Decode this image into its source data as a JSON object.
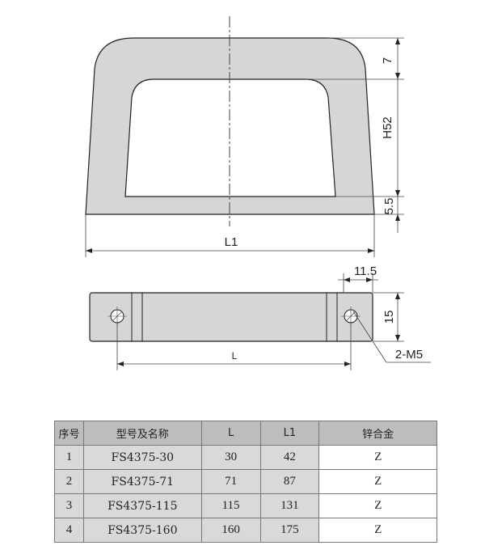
{
  "dimensions": {
    "top_thickness": "7",
    "height": "H52",
    "bottom_thickness": "5.5",
    "overall_length": "L1",
    "hole_offset": "11.5",
    "width": "15",
    "hole_spacing": "L",
    "thread": "2-M5"
  },
  "table": {
    "headers": [
      "序号",
      "型号及名称",
      "L",
      "L1",
      "锌合金"
    ],
    "rows": [
      {
        "no": "1",
        "model": "FS4375-30",
        "l": "30",
        "l1": "42",
        "material": "Z"
      },
      {
        "no": "2",
        "model": "FS4375-71",
        "l": "71",
        "l1": "87",
        "material": "Z"
      },
      {
        "no": "3",
        "model": "FS4375-115",
        "l": "115",
        "l1": "131",
        "material": "Z"
      },
      {
        "no": "4",
        "model": "FS4375-160",
        "l": "160",
        "l1": "175",
        "material": "Z"
      }
    ]
  },
  "colors": {
    "part_fill": "#d6d6d6",
    "line": "#222222"
  }
}
